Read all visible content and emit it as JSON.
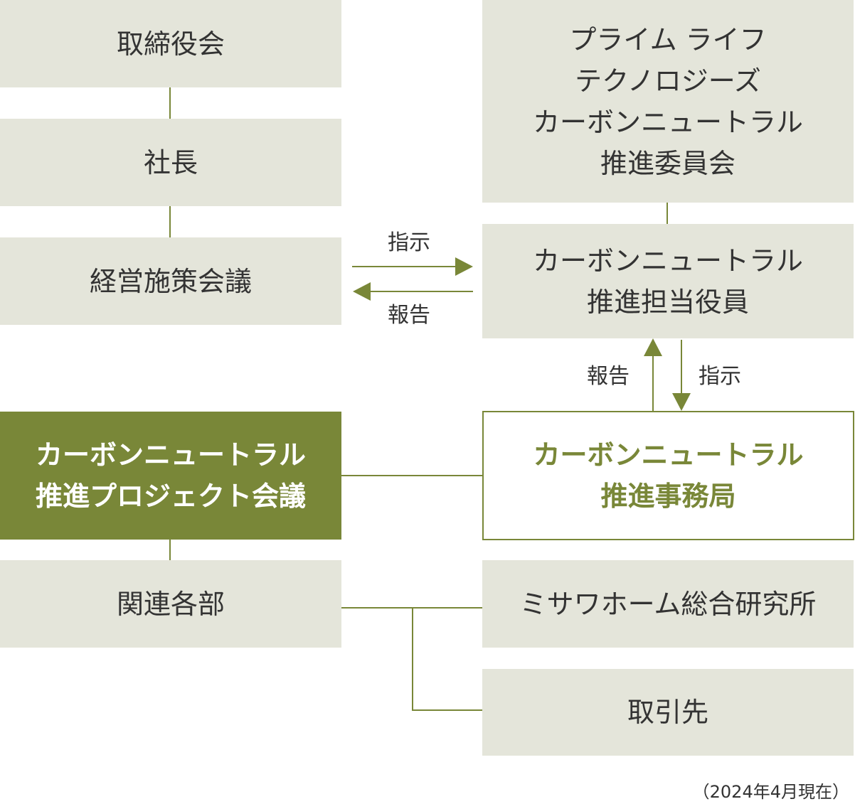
{
  "nodes": {
    "board": "取締役会",
    "president": "社長",
    "management_meeting": "経営施策会議",
    "committee": [
      "プライム ライフ",
      "テクノロジーズ",
      "カーボンニュートラル",
      "推進委員会"
    ],
    "officer": [
      "カーボンニュートラル",
      "推進担当役員"
    ],
    "project_meeting": [
      "カーボンニュートラル",
      "推進プロジェクト会議"
    ],
    "secretariat": [
      "カーボンニュートラル",
      "推進事務局"
    ],
    "related_depts": "関連各部",
    "research_institute": "ミサワホーム総合研究所",
    "business_partners": "取引先"
  },
  "edges": {
    "instruct_label": "指示",
    "report_label": "報告"
  },
  "footnote": "（2024年4月現在）",
  "colors": {
    "box_fill": "#e4e5da",
    "accent_green": "#798738",
    "text": "#333333"
  }
}
